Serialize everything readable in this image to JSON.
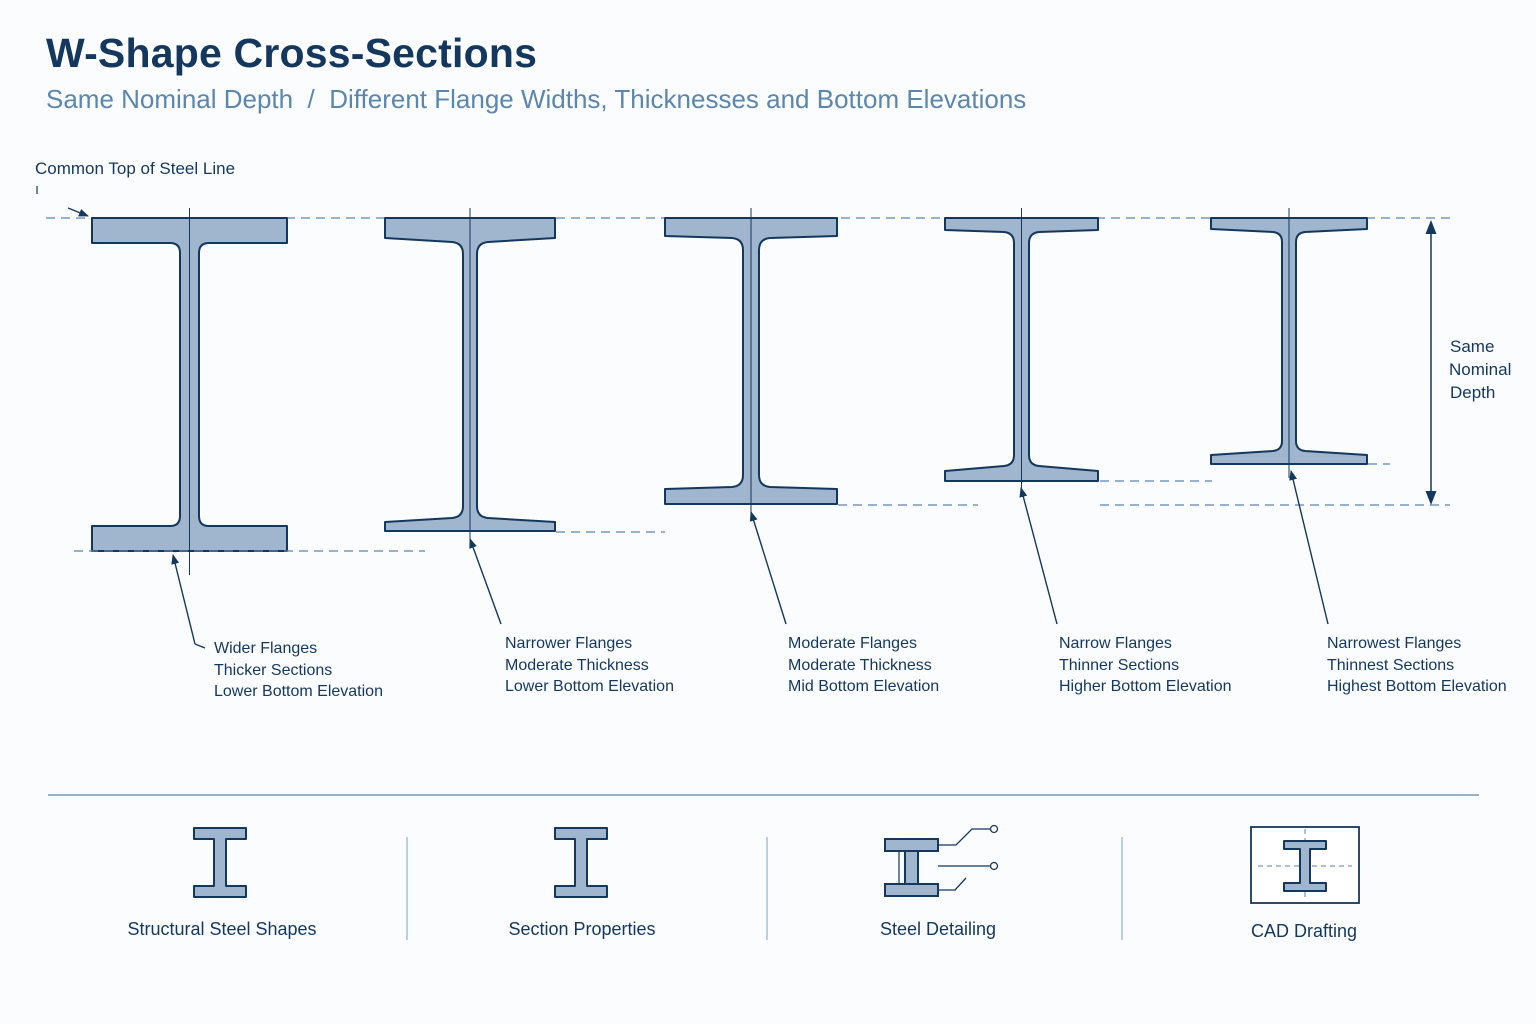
{
  "title": "W-Shape Cross-Sections",
  "subtitle": "Same Nominal Depth  /  Different Flange Widths, Thicknesses and Bottom Elevations",
  "top_line_label": "Common Top of Steel Line",
  "depth_label": [
    "Same",
    "Nominal",
    "Depth"
  ],
  "colors": {
    "steel_fill": "#9fb6ce",
    "outline": "#14375d",
    "title": "#14375d",
    "subtitle": "#5b86ad",
    "dashed_line": "#5b86ad"
  },
  "sections": [
    {
      "lines": [
        "Wider Flanges",
        "Thicker Sections",
        "Lower Bottom Elevation"
      ]
    },
    {
      "lines": [
        "Narrower Flanges",
        "Moderate Thickness",
        "Lower Bottom Elevation"
      ]
    },
    {
      "lines": [
        "Moderate Flanges",
        "Moderate Thickness",
        "Mid Bottom Elevation"
      ]
    },
    {
      "lines": [
        "Narrow Flanges",
        "Thinner Sections",
        "Higher Bottom Elevation"
      ]
    },
    {
      "lines": [
        "Narrowest Flanges",
        "Thinnest Sections",
        "Highest Bottom Elevation"
      ]
    }
  ],
  "footer": [
    {
      "label": "Structural Steel Shapes",
      "icon": "i-beam-icon"
    },
    {
      "label": "Section Properties",
      "icon": "i-beam-icon"
    },
    {
      "label": "Steel Detailing",
      "icon": "detailing-icon"
    },
    {
      "label": "CAD Drafting",
      "icon": "cad-icon"
    }
  ]
}
